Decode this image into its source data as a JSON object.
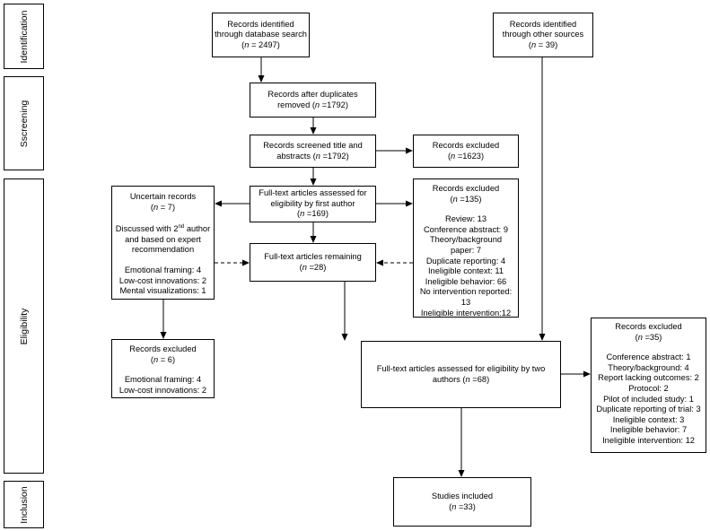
{
  "phases": {
    "identification": "Identification",
    "screening": "Sscreening",
    "eligibility": "Eligibility",
    "inclusion": "Inclusion"
  },
  "db_search": {
    "line1": "Records identified",
    "line2": "through database search",
    "n_label": "n",
    "n_value": "= 2497"
  },
  "other_sources": {
    "line1": "Records identified",
    "line2": "through other sources",
    "n_label": "n",
    "n_value": "= 39"
  },
  "after_duplicates": {
    "line1": "Records after duplicates",
    "line2": "removed",
    "n_label": "n",
    "n_value": "=1792"
  },
  "screened": {
    "line1": "Records screened title and",
    "line2": "abstracts",
    "n_label": "n",
    "n_value": "=1792"
  },
  "excluded_screen": {
    "line1": "Records excluded",
    "n_label": "n",
    "n_value": "=1623"
  },
  "fulltext_first": {
    "line1": "Full-text articles assessed for",
    "line2": "eligibility by first author",
    "n_label": "n",
    "n_value": "=169"
  },
  "uncertain": {
    "title": "Uncertain records",
    "n_label": "n",
    "n_value": "= 7",
    "discussed_pre": "Discussed with 2",
    "discussed_sup": "nd",
    "discussed_post": " author",
    "discussed_line2": "and based on expert",
    "discussed_line3": "recommendation",
    "items": [
      "Emotional framing: 4",
      "Low-cost innovations: 2",
      "Mental visualizations: 1"
    ]
  },
  "excluded_first": {
    "title": "Records excluded",
    "n_label": "n",
    "n_value": "=135",
    "items": [
      "Review: 13",
      "Conference abstract: 9",
      "Theory/background",
      "paper: 7",
      "Duplicate reporting: 4",
      "Ineligible context: 11",
      "Ineligible behavior: 66",
      "No intervention reported:",
      "13",
      "Ineligible intervention:12"
    ]
  },
  "remaining": {
    "line1": "Full-text articles remaining",
    "n_label": "n",
    "n_value": "=28"
  },
  "excluded_uncertain": {
    "title": "Records excluded",
    "n_label": "n",
    "n_value": "= 6",
    "items": [
      "Emotional framing: 4",
      "Low-cost innovations: 2"
    ]
  },
  "fulltext_two": {
    "line1": "Full-text articles assessed for eligibility by two",
    "line2": "authors",
    "n_label": "n",
    "n_value": "=68"
  },
  "excluded_two": {
    "title": "Records excluded",
    "n_label": "n",
    "n_value": "=35",
    "items": [
      "Conference abstract: 1",
      "Theory/background: 4",
      "Report lacking outcomes: 2",
      "Protocol: 2",
      "Pilot of included study: 1",
      "Duplicate reporting of trial: 3",
      "Ineligible context: 3",
      "Ineligible behavior: 7",
      "Ineligible intervention: 12"
    ]
  },
  "included": {
    "line1": "Studies included",
    "n_label": "n",
    "n_value": "=33"
  }
}
